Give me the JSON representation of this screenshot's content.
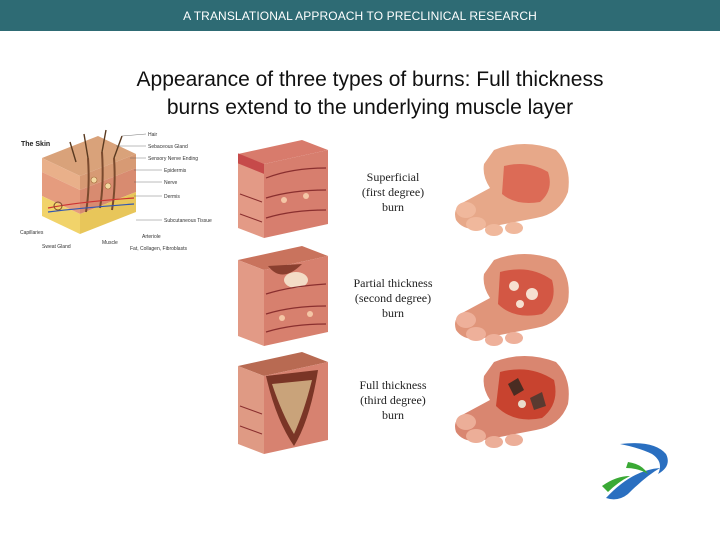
{
  "header": {
    "text": "A TRANSLATIONAL APPROACH TO PRECLINICAL RESEARCH"
  },
  "slide": {
    "title_line1": "Appearance of three types of burns: Full thickness",
    "title_line2": "burns extend to the underlying muscle layer"
  },
  "skin_diagram": {
    "title": "The Skin",
    "labels": {
      "hair": "Hair",
      "sebaceous": "Sebaceous Gland",
      "sensory": "Sensory Nerve Ending",
      "epidermis": "Epidermis",
      "nerve": "Nerve",
      "dermis": "Dermis",
      "subcutaneous": "Subcutaneous Tissue",
      "capillaries": "Capillaries",
      "sweat": "Sweat Gland",
      "muscle": "Muscle",
      "arteriole": "Arteriole",
      "fat": "Fat, Collagen, Fibroblasts"
    }
  },
  "burns": [
    {
      "line1": "Superficial",
      "line2": "(first degree)",
      "line3": "burn"
    },
    {
      "line1": "Partial thickness",
      "line2": "(second degree)",
      "line3": "burn"
    },
    {
      "line1": "Full thickness",
      "line2": "(third degree)",
      "line3": "burn"
    }
  ],
  "colors": {
    "header_bg": "#2e6b74",
    "logo_blue": "#2a6fc0",
    "logo_green": "#3aa935"
  }
}
